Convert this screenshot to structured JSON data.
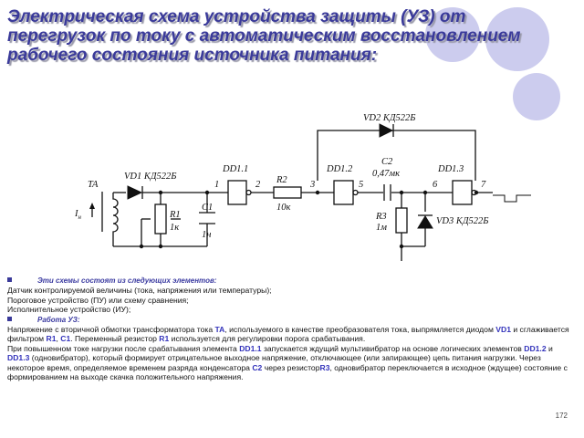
{
  "title": "Электрическая схема устройства защиты (УЗ) от перегрузок по току с автоматическим восстановлением рабочего состояния источника питания:",
  "diagram": {
    "labels": {
      "vd2": "VD2 КД522Б",
      "ta": "TA",
      "vd1": "VD1 КД522Б",
      "dd11": "DD1.1",
      "r2": "R2",
      "dd12": "DD1.2",
      "c2": "C2",
      "c2v": "0,47мк",
      "dd13": "DD1.3",
      "pin1": "1",
      "pin2": "2",
      "pin3": "3",
      "pin5": "5",
      "pin6": "6",
      "pin7": "7",
      "r2v": "10к",
      "i": "I",
      "isub": "н",
      "r1": "R1",
      "r1v": "1к",
      "c1": "C1",
      "c1v": "1н",
      "r3": "R3",
      "r3v": "1м",
      "vd3": "VD3 КД522Б"
    }
  },
  "caption": {
    "heading1": "Эти схемы состоят из следующих элементов:",
    "items": [
      "Датчик контролируемой величины (тока, напряжения или температуры);",
      "Пороговое устройство (ПУ) или схему сравнения;",
      "Исполнительное устройство (ИУ);"
    ],
    "heading2": "Работа УЗ:",
    "p1": {
      "a": "Напряжение с вторичной обмотки трансформатора тока ",
      "ta": "TA",
      "b": ", используемого в качестве преобразователя тока, выпрямляется диодом ",
      "vd1": "VD1",
      "c": " и сглаживается фильтром ",
      "r1": "R1",
      "d": ", ",
      "c1": "C1",
      "e": ". Переменный резистор ",
      "r1b": "R1",
      "f": " используется для регулировки порога срабатывания."
    },
    "p2": {
      "a": "При повышенном токе нагрузки после срабатывания элемента ",
      "dd11": "DD1.1",
      "b": " запускается ждущий мультивибратор на основе логических элементов ",
      "dd12": "DD1.2",
      "c": " и ",
      "dd13": "DD1.3",
      "d": " (одновибратор), который формирует отрицательное выходное напряжение, отключающее (или запирающее) цепь питания нагрузки. Через некоторое время, определяемое временем разряда конденсатора ",
      "c2": "C2",
      "e": " через резистор",
      "r3": "R3",
      "f": ", одновибратор переключается в исходное (ждущее) состояние с формированием на выходе скачка положительного напряжения."
    }
  },
  "page_number": "172",
  "colors": {
    "title": "#3a3a9a",
    "accent": "#3333bb",
    "decor": "#ccccee"
  }
}
